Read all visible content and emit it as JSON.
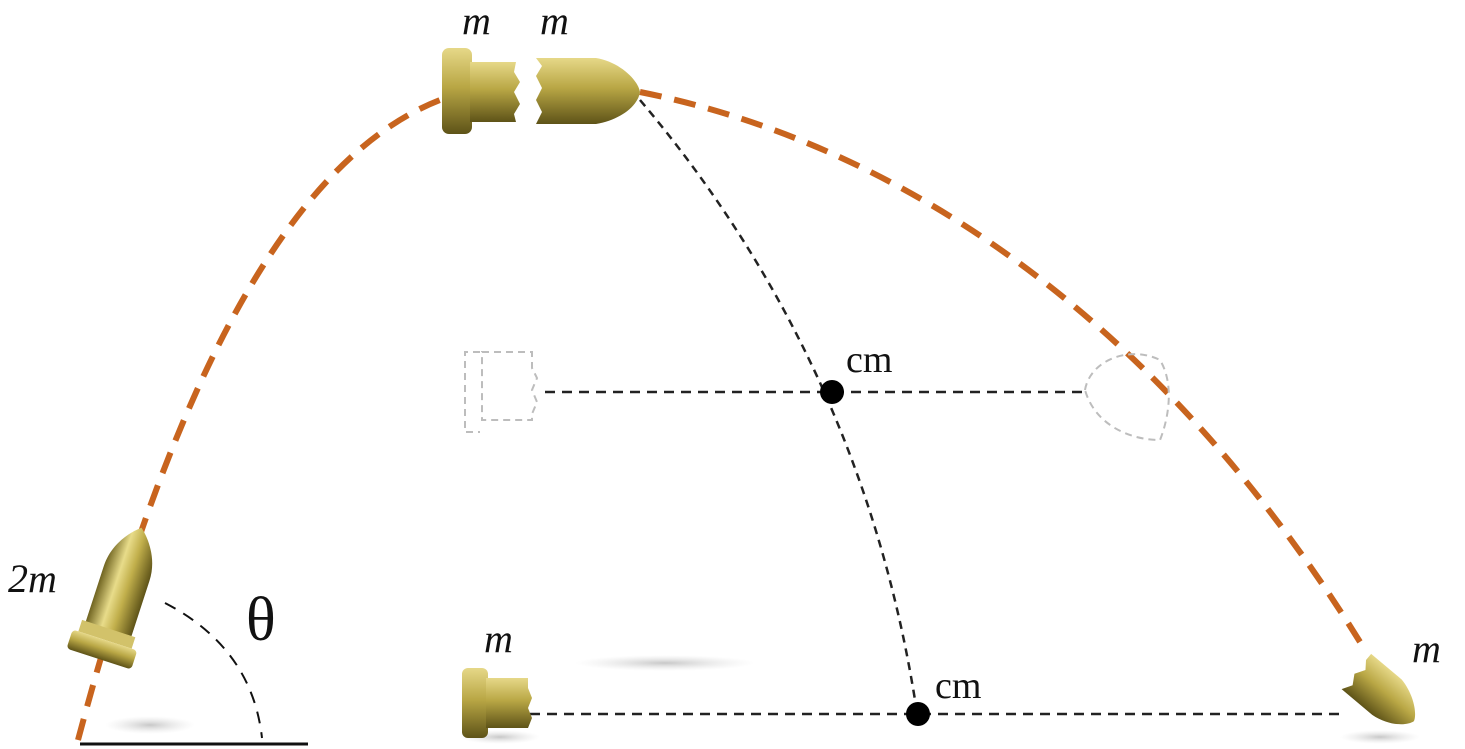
{
  "labels": {
    "projectile_mass": "2m",
    "launch_angle": "θ",
    "fragment_left_top": "m",
    "fragment_right_top": "m",
    "fragment_left_bottom": "m",
    "fragment_right_bottom": "m",
    "center_of_mass_mid": "cm",
    "center_of_mass_ground": "cm"
  },
  "colors": {
    "trajectory": "#c8641e",
    "cm_path": "#222222",
    "ghost_outline": "#bdbdbd",
    "brass_light": "#e8dc8a",
    "brass_mid": "#b9a745",
    "brass_dark": "#6f6320",
    "ground_line": "#111111",
    "dot": "#000000"
  },
  "icons": {
    "projectile": "bullet-shell-icon",
    "rear_fragment": "shell-casing-icon",
    "front_fragment": "bullet-tip-icon",
    "cm_marker": "filled-dot-icon"
  }
}
